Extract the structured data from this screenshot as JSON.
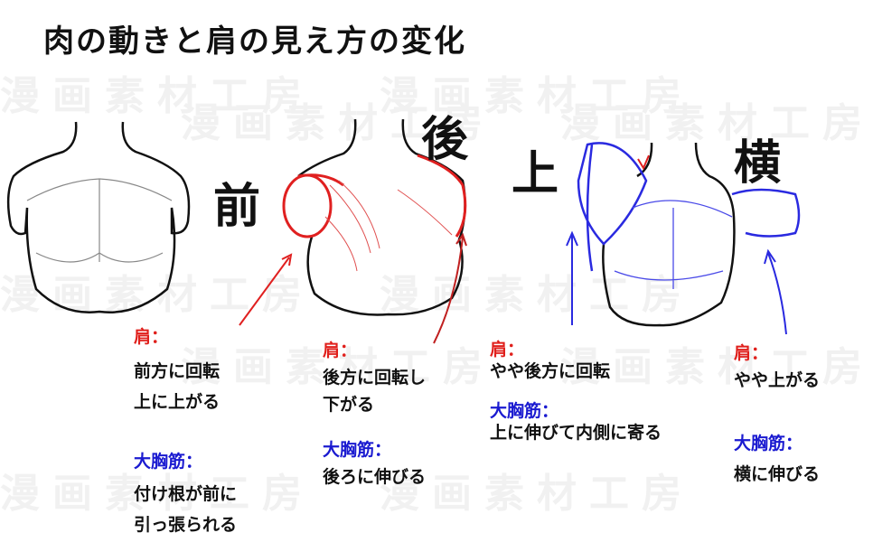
{
  "title": "肉の動きと肩の見え方の変化",
  "watermark": "漫画素材工房",
  "views": [
    {
      "marker": "前",
      "shoulder_label": "肩：",
      "shoulder_lines": [
        "前方に回転",
        "上に上がる"
      ],
      "pec_label": "大胸筋：",
      "pec_lines": [
        "付け根が前に",
        "引っ張られる"
      ]
    },
    {
      "marker": "後",
      "shoulder_label": "肩：",
      "shoulder_lines": [
        "後方に回転し",
        "下がる"
      ],
      "pec_label": "大胸筋：",
      "pec_lines": [
        "後ろに伸びる"
      ]
    },
    {
      "marker": "上",
      "shoulder_label": "肩：",
      "shoulder_lines": [
        "やや後方に回転"
      ],
      "pec_label": "大胸筋：",
      "pec_lines": [
        "上に伸びて内側に寄る"
      ]
    },
    {
      "marker": "横",
      "shoulder_label": "肩：",
      "shoulder_lines": [
        "やや上がる"
      ],
      "pec_label": "大胸筋：",
      "pec_lines": [
        "横に伸びる"
      ]
    }
  ],
  "colors": {
    "shoulder": "#e0201c",
    "pec": "#1a1ad0",
    "red_line": "#e02020",
    "blue_line": "#2a2ae0"
  }
}
